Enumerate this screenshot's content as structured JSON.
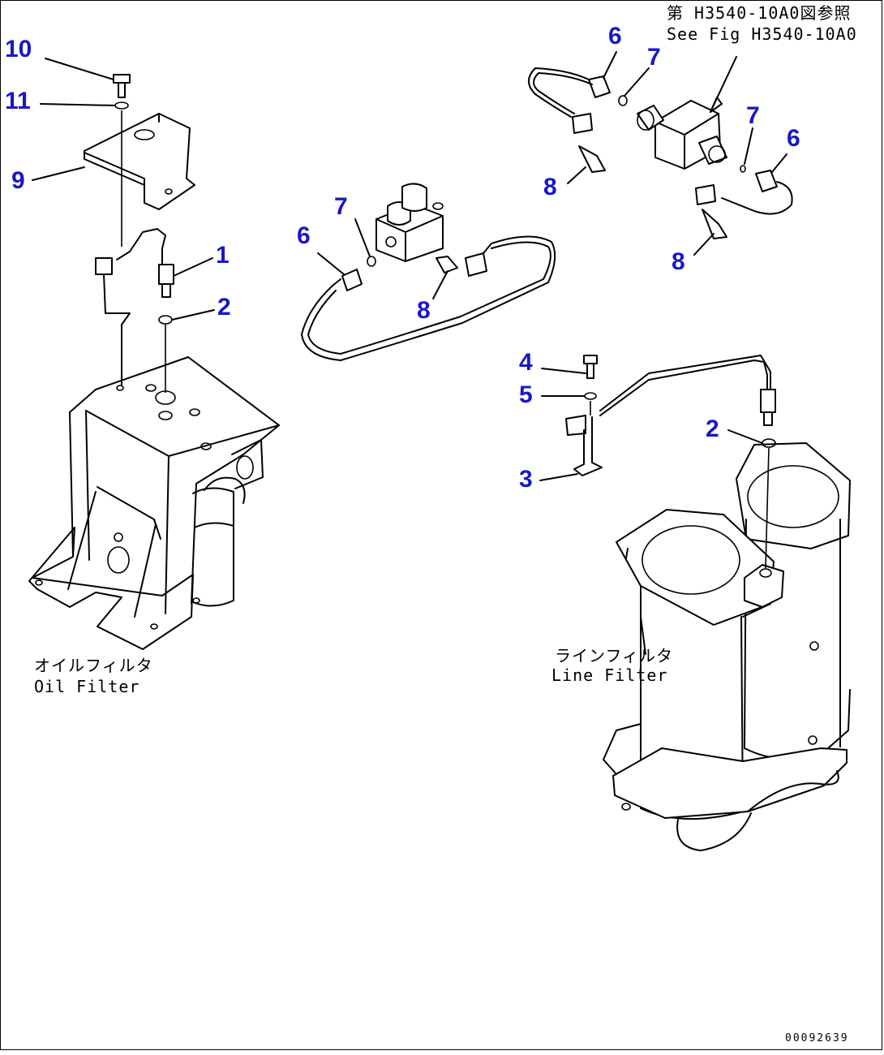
{
  "reference": {
    "line_jp": "第 H3540-10A0図参照",
    "line_en": "See Fig H3540-10A0"
  },
  "labels": {
    "oil_filter_jp": "オイルフィルタ",
    "oil_filter_en": "Oil Filter",
    "line_filter_jp": "ラインフィルタ",
    "line_filter_en": "Line Filter"
  },
  "callouts": [
    {
      "id": "c10",
      "text": "10"
    },
    {
      "id": "c11",
      "text": "11"
    },
    {
      "id": "c9",
      "text": "9"
    },
    {
      "id": "c1",
      "text": "1"
    },
    {
      "id": "c2a",
      "text": "2"
    },
    {
      "id": "c7a",
      "text": "7"
    },
    {
      "id": "c6a",
      "text": "6"
    },
    {
      "id": "c8a",
      "text": "8"
    },
    {
      "id": "c6b",
      "text": "6"
    },
    {
      "id": "c7b",
      "text": "7"
    },
    {
      "id": "c8b",
      "text": "8"
    },
    {
      "id": "c7c",
      "text": "7"
    },
    {
      "id": "c6c",
      "text": "6"
    },
    {
      "id": "c8c",
      "text": "8"
    },
    {
      "id": "c4",
      "text": "4"
    },
    {
      "id": "c5",
      "text": "5"
    },
    {
      "id": "c3",
      "text": "3"
    },
    {
      "id": "c2b",
      "text": "2"
    }
  ],
  "drawing_number": "00092639",
  "colors": {
    "callout": "#1818c8",
    "line": "#000000",
    "background": "#ffffff"
  }
}
